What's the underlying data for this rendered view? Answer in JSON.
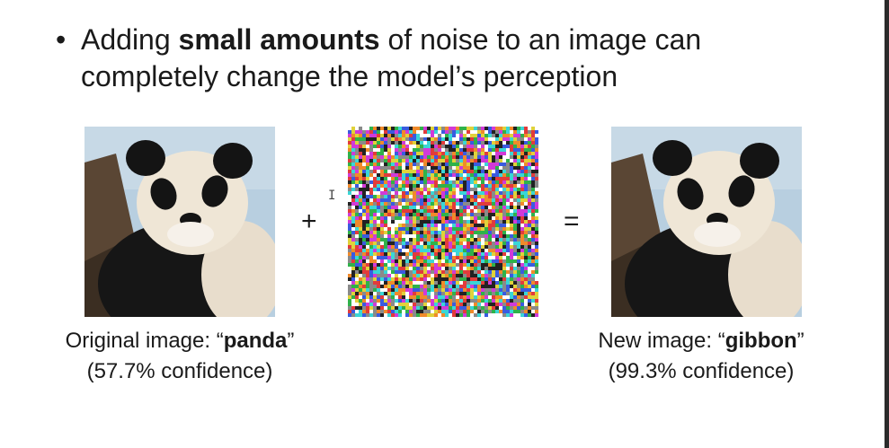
{
  "slide": {
    "bullet": {
      "dot": "•",
      "before": "Adding ",
      "bold": "small amounts",
      "after": " of noise to an image can completely change the model’s perception"
    },
    "plus_sign": "+",
    "equals_sign": "=",
    "cursor_glyph": "I",
    "original": {
      "label_prefix": "Original image: “",
      "label_bold": "panda",
      "label_suffix": "”",
      "confidence": "(57.7% confidence)"
    },
    "adversarial": {
      "label_prefix": "New image: “",
      "label_bold": "gibbon",
      "label_suffix": "”",
      "confidence": "(99.3% confidence)"
    }
  },
  "colors": {
    "panda_bg": "#b8cfe0",
    "panda_fur_light": "#efe6d6",
    "panda_fur_dark": "#141414",
    "branch": "#5a4634",
    "text": "#1a1a1a"
  },
  "icons": {
    "original_image": "panda-photo",
    "noise_image": "noise-pattern",
    "result_image": "panda-photo"
  }
}
